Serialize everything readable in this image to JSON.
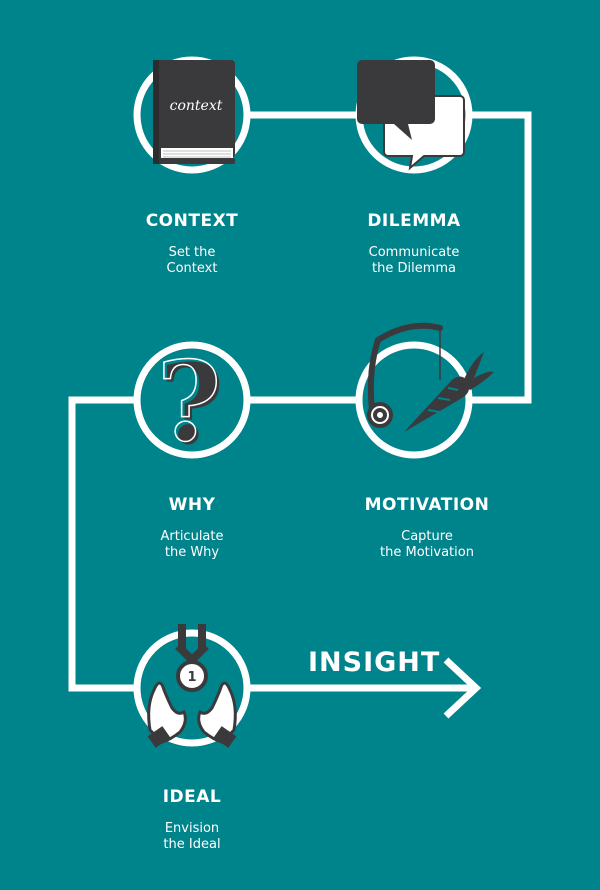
{
  "steps": [
    {
      "id": "context",
      "title": "CONTEXT",
      "desc": "Set the\nContext",
      "icon": "book-icon",
      "book_text": "context"
    },
    {
      "id": "dilemma",
      "title": "DILEMMA",
      "desc": "Communicate\nthe Dilemma",
      "icon": "speech-bubbles-icon"
    },
    {
      "id": "motivation",
      "title": "MOTIVATION",
      "desc": "Capture\nthe Motivation",
      "icon": "fishing-rod-carrot-icon"
    },
    {
      "id": "why",
      "title": "WHY",
      "desc": "Articulate\nthe Why",
      "icon": "question-mark-icon"
    },
    {
      "id": "ideal",
      "title": "IDEAL",
      "desc": "Envision\nthe Ideal",
      "icon": "hands-medal-icon",
      "medal_text": "1"
    }
  ],
  "insight": {
    "label": "INSIGHT",
    "icon": "arrow-right-icon"
  },
  "colors": {
    "background": "#00848c",
    "line": "#ffffff",
    "icon_dark": "#3a3a3c"
  }
}
